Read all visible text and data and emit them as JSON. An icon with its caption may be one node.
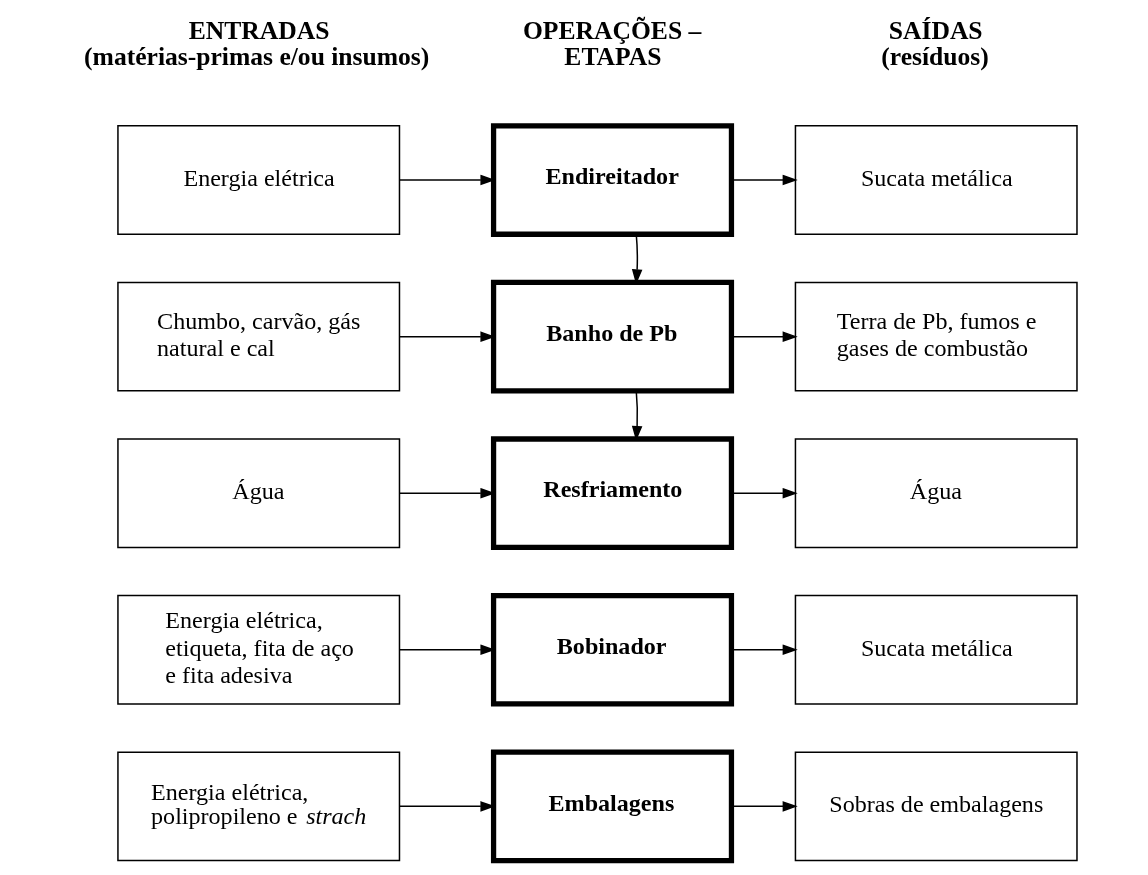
{
  "diagram": {
    "nodes": [
      {
        "text": [
          "Energia elétrica"
        ]
      },
      {
        "text": [
          "Endireitador"
        ]
      },
      {
        "text": [
          "Sucata metálica"
        ]
      },
      {
        "text": [
          "Chumbo, carvão, gás natural e cal"
        ]
      },
      {
        "text": [
          "Banho de Pb"
        ]
      },
      {
        "text": [
          "Terra de Pb, fumos e gases de combustão"
        ]
      },
      {
        "text": [
          "Água"
        ]
      },
      {
        "text": [
          "Resfriamento"
        ]
      },
      {
        "text": [
          "Água"
        ]
      },
      {
        "text": [
          "Energia elétrica, etiqueta, fita de aço e fita adesiva"
        ]
      },
      {
        "text": [
          "Bobinador"
        ]
      },
      {
        "text": [
          "Sucata metálica"
        ]
      },
      {
        "text": [
          "Energia elétrica, polipropileno e *strach*"
        ]
      },
      {
        "text": [
          "Embalagens"
        ]
      },
      {
        "text": [
          "Sobras de embalagens"
        ]
      }
    ],
    "edges": [
      {
        "from": 0,
        "to": 1,
        "arrow": "to"
      },
      {
        "from": 1,
        "to": 2,
        "arrow": "to"
      },
      {
        "from": 1,
        "to": 4,
        "arrow": "to"
      },
      {
        "from": 3,
        "to": 4,
        "arrow": "to"
      },
      {
        "from": 4,
        "to": 5,
        "arrow": "to"
      },
      {
        "from": 4,
        "to": 7,
        "arrow": "to"
      },
      {
        "from": 6,
        "to": 7,
        "arrow": "to"
      },
      {
        "from": 7,
        "to": 8,
        "arrow": "to"
      },
      {
        "from": 9,
        "to": 10,
        "arrow": "to"
      },
      {
        "from": 10,
        "to": 11,
        "arrow": "to"
      },
      {
        "from": 12,
        "to": 13,
        "arrow": "to"
      },
      {
        "from": 13,
        "to": 14,
        "arrow": "to"
      }
    ],
    "labels": [
      "ENTRADAS (matérias-primas e/ou insumos)",
      "OPERAÇÕES – ETAPAS",
      "SAÍDAS (resíduos)"
    ]
  }
}
